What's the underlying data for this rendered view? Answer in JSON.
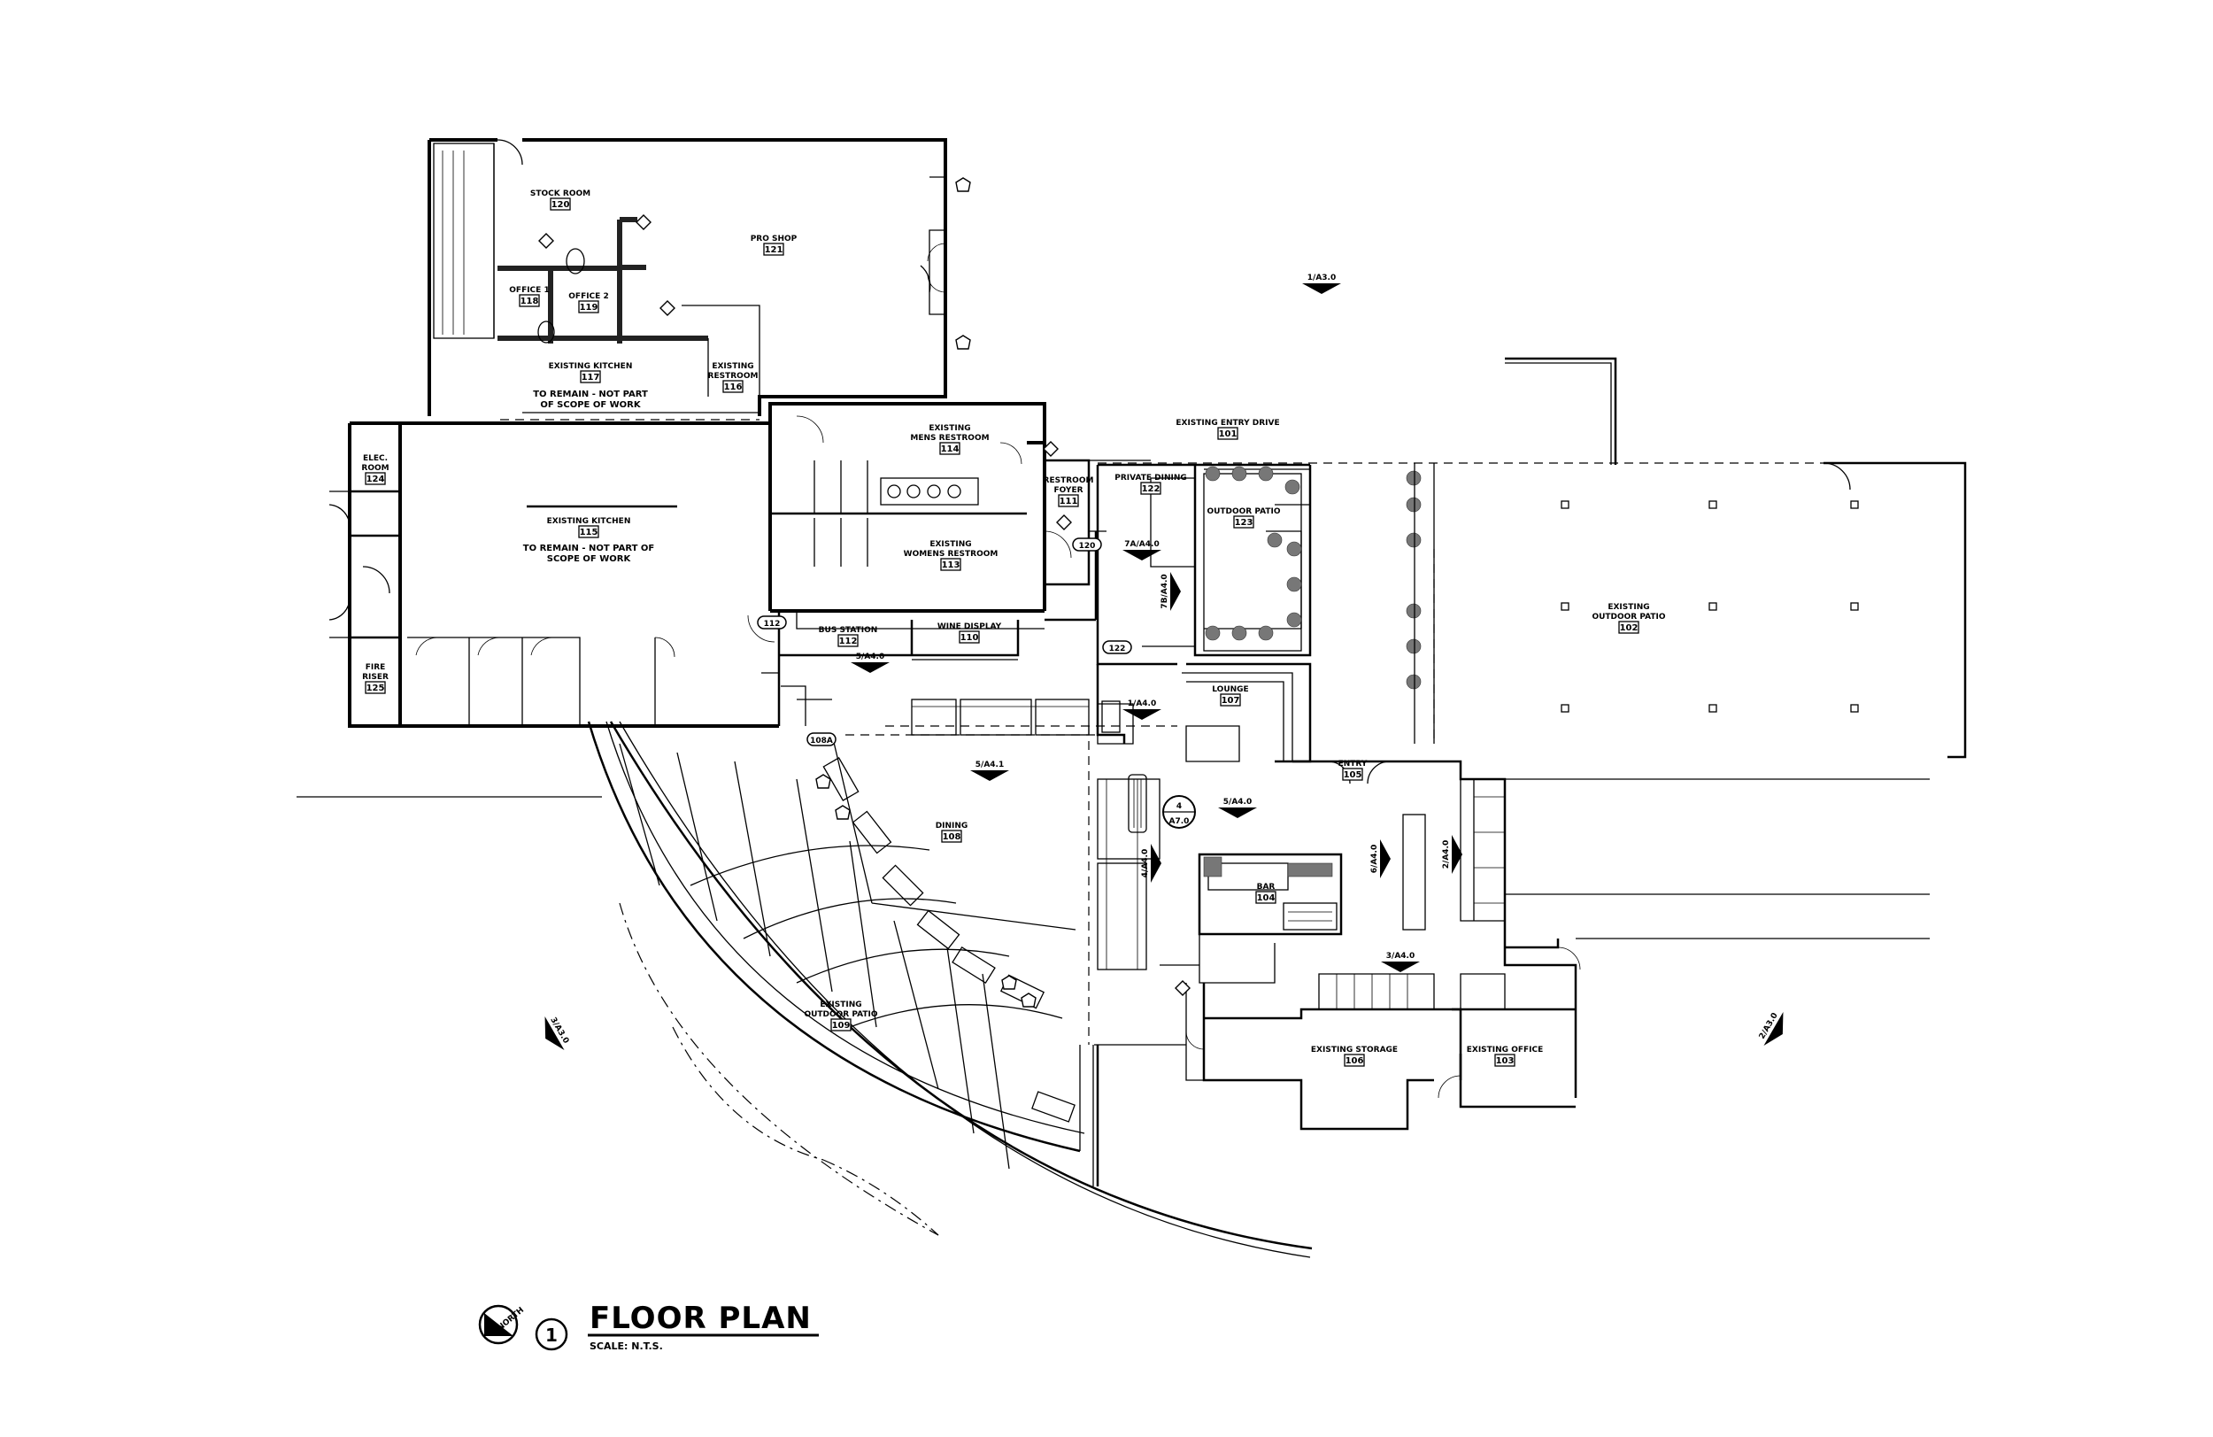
{
  "rooms": [
    {
      "id": "stock-room",
      "name": "STOCK ROOM",
      "num": "120"
    },
    {
      "id": "pro-shop",
      "name": "PRO SHOP",
      "num": "121"
    },
    {
      "id": "office-1",
      "name": "OFFICE 1",
      "num": "118"
    },
    {
      "id": "office-2",
      "name": "OFFICE 2",
      "num": "119"
    },
    {
      "id": "existing-kitchen-117",
      "name": "EXISTING KITCHEN",
      "num": "117"
    },
    {
      "id": "existing-restroom",
      "name_line1": "EXISTING",
      "name_line2": "RESTROOM",
      "num": "116"
    },
    {
      "id": "elec-room",
      "name_line1": "ELEC.",
      "name_line2": "ROOM",
      "num": "124"
    },
    {
      "id": "existing-kitchen-115",
      "name": "EXISTING KITCHEN",
      "num": "115"
    },
    {
      "id": "fire-riser",
      "name_line1": "FIRE",
      "name_line2": "RISER",
      "num": "125"
    },
    {
      "id": "mens-restroom",
      "name_line1": "EXISTING",
      "name_line2": "MENS RESTROOM",
      "num": "114"
    },
    {
      "id": "womens-restroom",
      "name_line1": "EXISTING",
      "name_line2": "WOMENS RESTROOM",
      "num": "113"
    },
    {
      "id": "restroom-foyer",
      "name_line1": "RESTROOM",
      "name_line2": "FOYER",
      "num": "111"
    },
    {
      "id": "bus-station",
      "name": "BUS STATION",
      "num": "112"
    },
    {
      "id": "wine-display",
      "name": "WINE DISPLAY",
      "num": "110"
    },
    {
      "id": "private-dining",
      "name": "PRIVATE DINING",
      "num": "122"
    },
    {
      "id": "outdoor-patio-123",
      "name": "OUTDOOR PATIO",
      "num": "123"
    },
    {
      "id": "existing-entry-drive",
      "name": "EXISTING ENTRY DRIVE",
      "num": "101"
    },
    {
      "id": "existing-outdoor-patio-102",
      "name_line1": "EXISTING",
      "name_line2": "OUTDOOR PATIO",
      "num": "102"
    },
    {
      "id": "lounge",
      "name": "LOUNGE",
      "num": "107"
    },
    {
      "id": "entry",
      "name": "ENTRY",
      "num": "105"
    },
    {
      "id": "dining",
      "name": "DINING",
      "num": "108"
    },
    {
      "id": "bar",
      "name": "BAR",
      "num": "104"
    },
    {
      "id": "existing-outdoor-patio-109",
      "name_line1": "EXISTING",
      "name_line2": "OUTDOOR PATIO",
      "num": "109"
    },
    {
      "id": "existing-storage",
      "name": "EXISTING STORAGE",
      "num": "106"
    },
    {
      "id": "existing-office",
      "name": "EXISTING OFFICE",
      "num": "103"
    }
  ],
  "notes": {
    "kitchen_117_line1": "TO REMAIN - NOT PART",
    "kitchen_117_line2": "OF SCOPE OF WORK",
    "kitchen_115_line1": "TO REMAIN - NOT PART OF",
    "kitchen_115_line2": "SCOPE OF WORK"
  },
  "section_markers": {
    "a30_top": "1/A3.0",
    "a40_1": "1/A4.0",
    "a40_5_bus": "5/A4.0",
    "a41_5": "5/A4.1",
    "a40_5_bar": "5/A4.0",
    "a40_7a": "7A/A4.0",
    "a40_7b": "7B/A4.0",
    "a40_4": "4/A4.0",
    "a40_6": "6/A4.0",
    "a40_2": "2/A4.0",
    "a40_3": "3/A4.0",
    "a30_2": "2/A3.0",
    "a30_3": "3/A3.0",
    "detail_num": "4",
    "detail_sheet": "A7.0"
  },
  "door_tags": {
    "t112": "112",
    "t108a": "108A",
    "t122": "122",
    "t120": "120"
  },
  "title_block": {
    "view_number": "1",
    "title": "FLOOR PLAN",
    "scale": "SCALE: N.T.S.",
    "north": "NORTH"
  }
}
